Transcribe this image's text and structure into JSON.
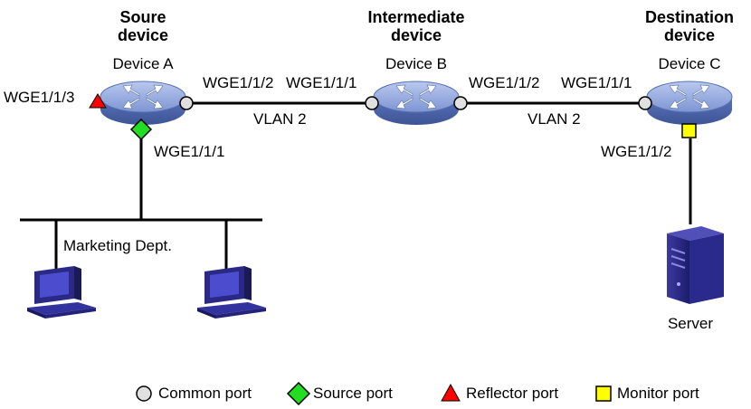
{
  "devices": {
    "a": {
      "role_line1": "Soure",
      "role_line2": "device",
      "name": "Device A"
    },
    "b": {
      "role_line1": "Intermediate",
      "role_line2": "device",
      "name": "Device B"
    },
    "c": {
      "role_line1": "Destination",
      "role_line2": "device",
      "name": "Device C"
    }
  },
  "ports": {
    "a_reflector": "WGE1/1/3",
    "a_right": "WGE1/1/2",
    "a_bottom": "WGE1/1/1",
    "b_left": "WGE1/1/1",
    "b_right": "WGE1/1/2",
    "c_left": "WGE1/1/1",
    "c_bottom": "WGE1/1/2"
  },
  "vlans": {
    "ab": "VLAN 2",
    "bc": "VLAN 2"
  },
  "lan_label": "Marketing Dept.",
  "server_label": "Server",
  "legend": {
    "common": "Common port",
    "source": "Source port",
    "reflector": "Reflector port",
    "monitor": "Monitor port"
  },
  "colors": {
    "common_port": "#e0e0e0",
    "source_port": "#22dd22",
    "reflector_port": "#ff0000",
    "monitor_port": "#ffff00",
    "device_body": "#6c86c8"
  }
}
